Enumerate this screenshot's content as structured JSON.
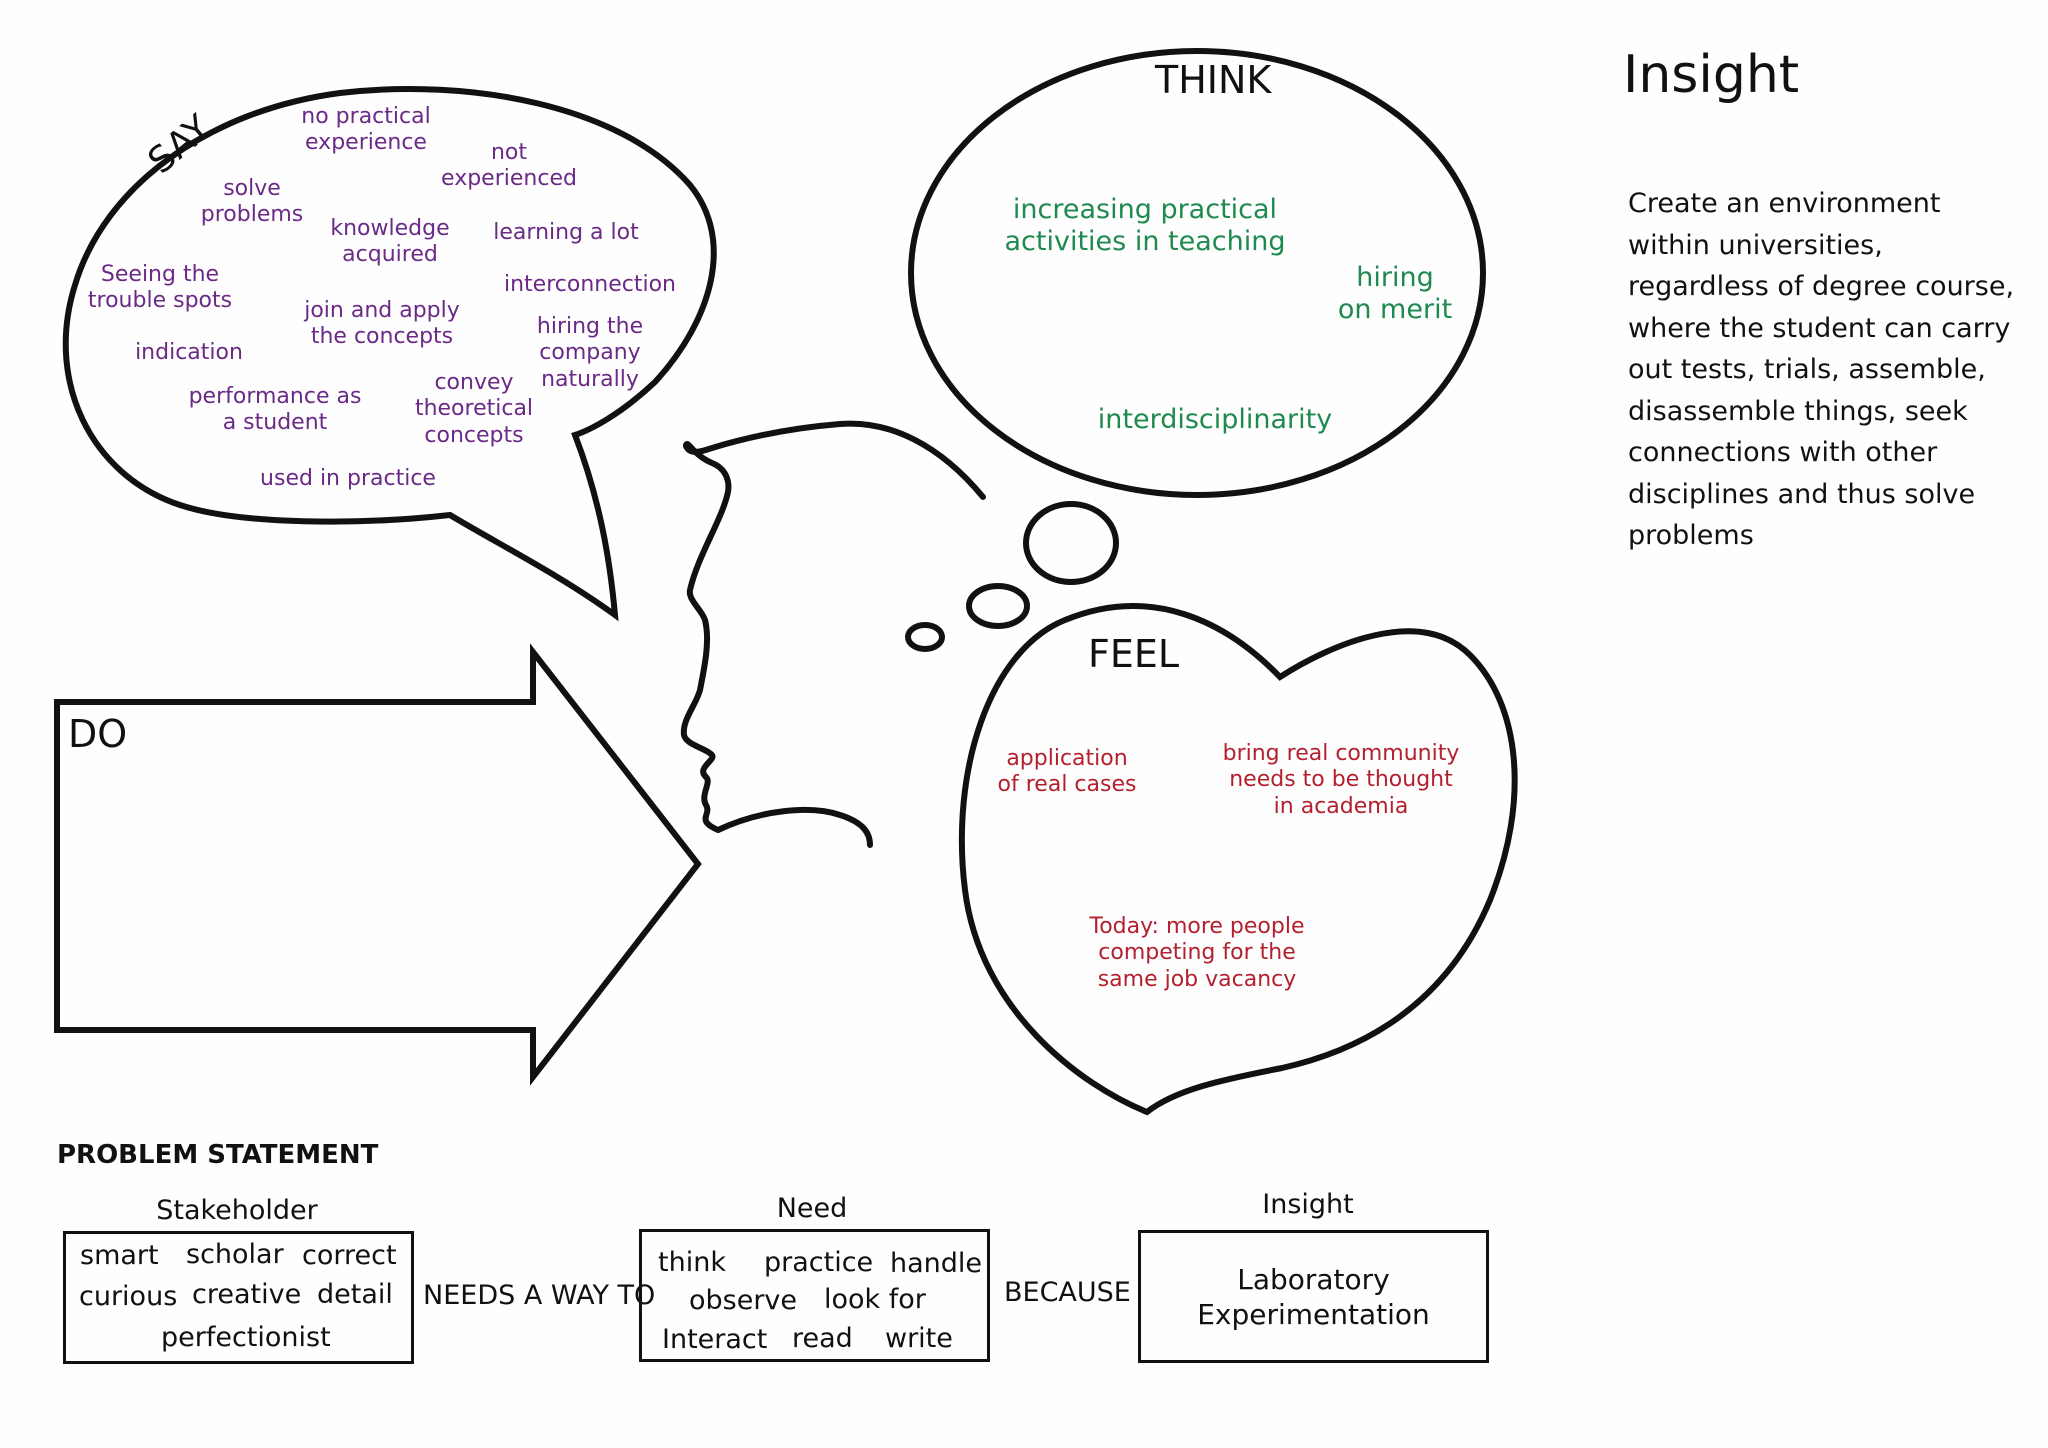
{
  "say": {
    "title": "SAY",
    "items": [
      "no practical\nexperience",
      "not\nexperienced",
      "solve\nproblems",
      "knowledge\nacquired",
      "learning a lot",
      "Seeing the\ntrouble spots",
      "interconnection",
      "join and apply\nthe concepts",
      "hiring the\ncompany\nnaturally",
      "indication",
      "convey\ntheoretical\nconcepts",
      "performance as\na student",
      "used in practice"
    ]
  },
  "think": {
    "title": "THINK",
    "items": [
      "increasing practical\nactivities in teaching",
      "hiring\non merit",
      "interdisciplinarity"
    ]
  },
  "feel": {
    "title": "FEEL",
    "items": [
      "application\nof real cases",
      "bring real community\nneeds to be thought\nin academia",
      "Today: more people\ncompeting for the\nsame job vacancy"
    ]
  },
  "do": {
    "title": "DO"
  },
  "insight": {
    "title": "Insight",
    "text": "Create an environment within universities, regardless of degree course, where the student can carry out tests, trials, assemble, disassemble things, seek connections with other disciplines and thus solve problems"
  },
  "problem_statement": {
    "title": "PROBLEM STATEMENT",
    "stakeholder_label": "Stakeholder",
    "stakeholder_words": [
      "smart",
      "scholar",
      "correct",
      "curious",
      "creative",
      "detail",
      "perfectionist"
    ],
    "connector1": "NEEDS A WAY TO",
    "need_label": "Need",
    "need_words": [
      "think",
      "practice",
      "handle",
      "observe",
      "look for",
      "Interact",
      "read",
      "write"
    ],
    "connector2": "BECAUSE",
    "insight_label": "Insight",
    "insight_value": "Laboratory\nExperimentation"
  },
  "colors": {
    "say": "#6a2a86",
    "think": "#1f8a4f",
    "feel": "#b3202e",
    "outline": "#111111"
  }
}
